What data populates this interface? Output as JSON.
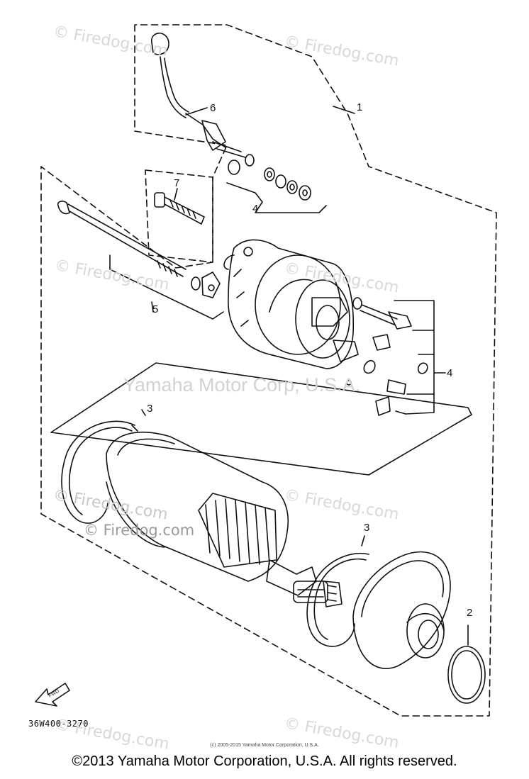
{
  "watermarks": {
    "site": "© Firedog.com",
    "center": "Yamaha Motor Corp, U.S.A."
  },
  "callouts": {
    "c1": "1",
    "c2": "2",
    "c3a": "3",
    "c3b": "3",
    "c4a": "4",
    "c4b": "4",
    "c5": "5",
    "c6": "6",
    "c7": "7"
  },
  "fwd_label": "FWD",
  "diagram_code": "36W400-3270",
  "small_copyright": "(c) 2005-2015 Yamaha Motor Corporation, U.S.A.",
  "footer": "©2013 Yamaha Motor Corporation, U.S.A. All rights reserved."
}
